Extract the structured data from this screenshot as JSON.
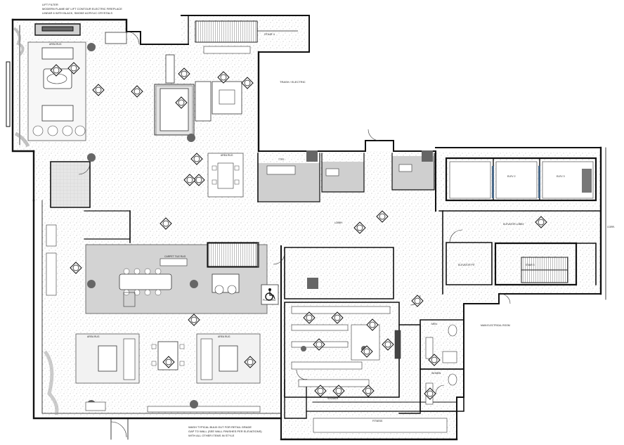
{
  "notes": {
    "fireplace_top": "LIFT FILTER",
    "fireplace_1": "MODERN FLAME 68\" LIFT CONTOUR ELECTRIC FIREPLACE",
    "fireplace_2": "LINEAR 6 WITH BLACK, SMOKE ACRYLIC CRYSTALS",
    "stair_ref": "STAIR 4",
    "trash": "TRASH / ELECTRIC",
    "wall_1": "WASH TYPICAL BULB OUT FOR RETAIL GRADE",
    "wall_2": "GAP TO WALL (SEE WALL FINISHES PER ELEVATIONS)",
    "wall_3": "WITH ALL OTHER ITEMS IN STYLE"
  },
  "rooms": {
    "area_rug_1": "AREA RUG",
    "area_rug_2": "AREA RUG",
    "area_rug_3": "AREA RUG",
    "area_rug_4": "AREA RUG",
    "carpet_tile": "CARPET TILE RUG",
    "platform": "PLATFORM",
    "elevator_pit": "ELEVATOR PIT",
    "corridor": "CORR.",
    "elevator_lobby": "ELEVATOR LOBBY",
    "elevator_2": "ELEV 2",
    "elevator_3": "ELEV 3",
    "stair_3": "STAIR 3",
    "main_electrical": "MAIN ELECTRICAL ROOM",
    "lobby": "LOBBY",
    "mens": "MEN",
    "womens": "WOMEN",
    "ttfe": "TTFE",
    "fitness": "FITNESS",
    "shower": "SHOWER"
  }
}
